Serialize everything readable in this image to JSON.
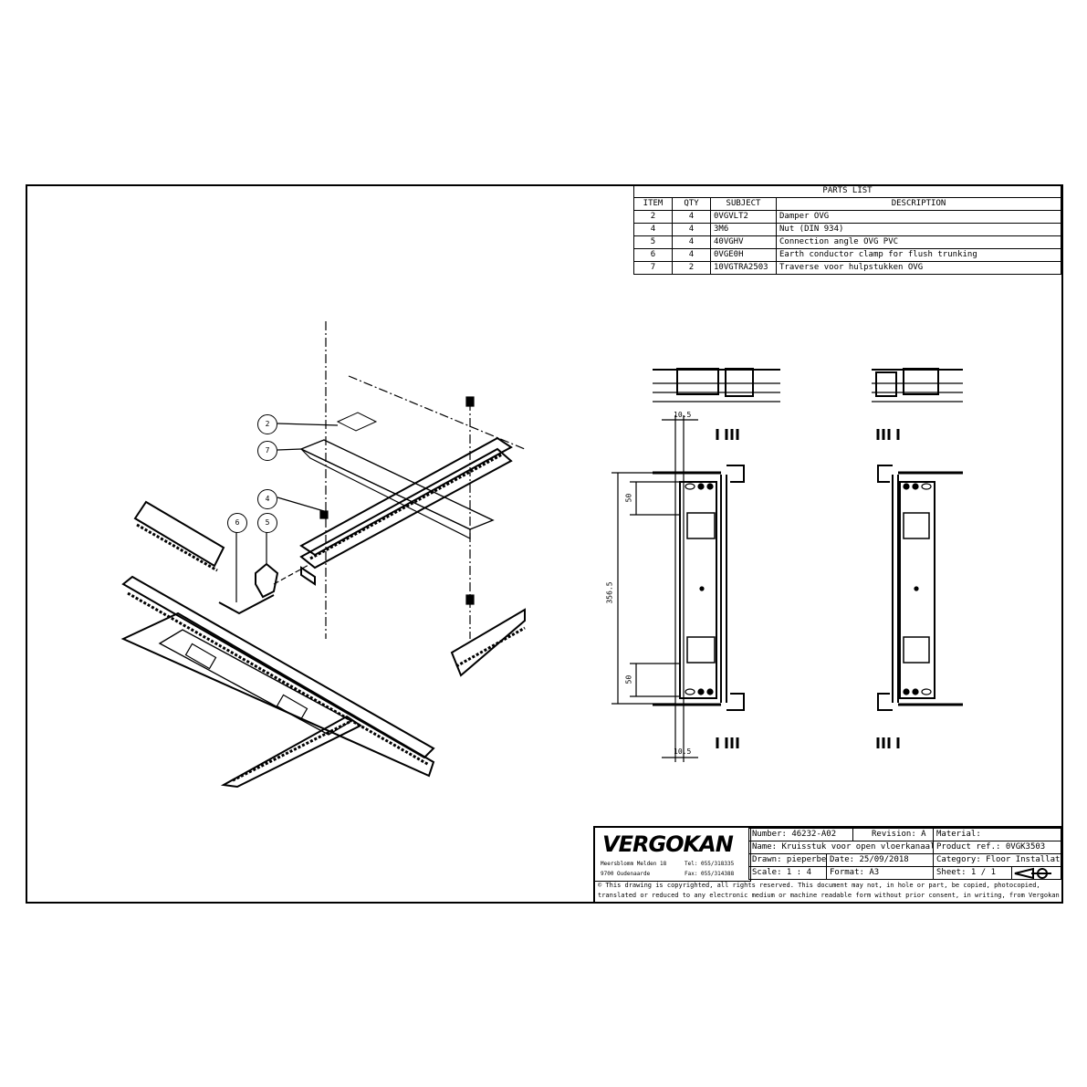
{
  "parts_list": {
    "title": "PARTS LIST",
    "headers": [
      "ITEM",
      "QTY",
      "SUBJECT",
      "DESCRIPTION"
    ],
    "rows": [
      {
        "item": "2",
        "qty": "4",
        "subject": "0VGVLT2",
        "description": "Damper OVG"
      },
      {
        "item": "4",
        "qty": "4",
        "subject": "3M6",
        "description": "Nut (DIN 934)"
      },
      {
        "item": "5",
        "qty": "4",
        "subject": "40VGHV",
        "description": "Connection angle OVG PVC"
      },
      {
        "item": "6",
        "qty": "4",
        "subject": "0VGE0H",
        "description": "Earth conductor clamp for flush trunking"
      },
      {
        "item": "7",
        "qty": "2",
        "subject": "10VGTRA2503",
        "description": "Traverse voor hulpstukken OVG"
      }
    ]
  },
  "balloons": [
    "2",
    "7",
    "4",
    "6",
    "5"
  ],
  "dimensions": {
    "width_top": "10.5",
    "width_bottom": "10.5",
    "spacing_top": "50",
    "spacing_bottom": "50",
    "length": "356.5"
  },
  "title_block": {
    "logo": "VERGOKAN",
    "address_line1": "Meersblomm Melden 18",
    "address_line2": "9700 Oudenaarde",
    "tel": "Tel: 055/318335",
    "fax": "Fax: 055/314388",
    "number": "Number: 46232-A02",
    "revision": "Revision: A",
    "material": "Material:",
    "name": "Name: Kruisstuk voor open vloerkanaal",
    "product_ref": "Product ref.: 0VGK3503",
    "drawn": "Drawn: pieperbe",
    "date": "Date: 25/09/2018",
    "category": "Category: Floor Installations",
    "scale": "Scale: 1 : 4",
    "format": "Format: A3",
    "sheet": "Sheet: 1 / 1",
    "copyright": "© This drawing is copyrighted, all rights reserved. This document may not, in hole or part, be copied, photocopied, translated or reduced to any electronic medium or machine readable form without prior consent, in writing, from Vergokan"
  }
}
